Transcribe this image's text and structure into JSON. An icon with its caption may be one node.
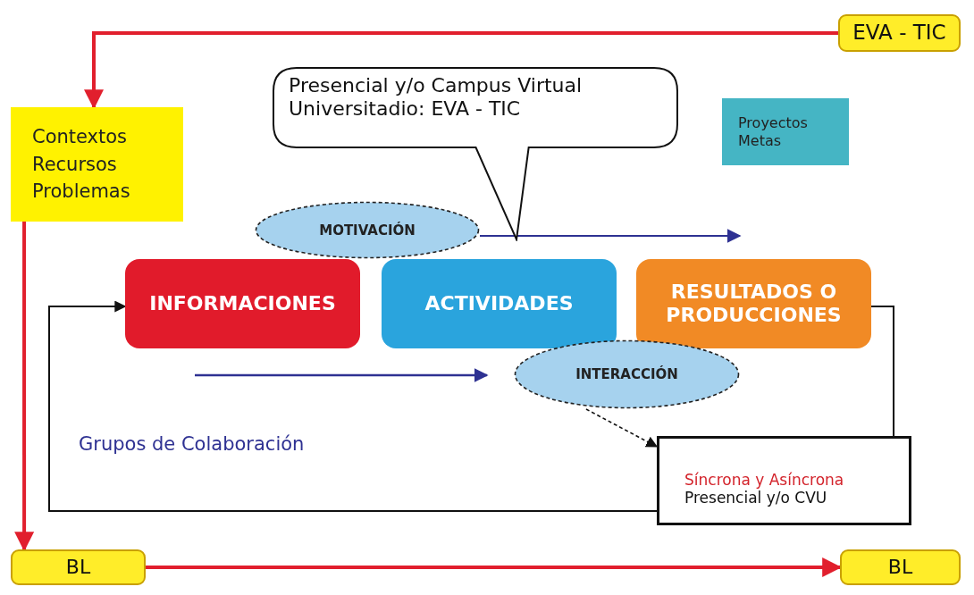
{
  "diagram": {
    "nodes": [
      {
        "text": [
          "EVA - TIC"
        ]
      },
      {
        "text": [
          "Contextos Recursos Problemas"
        ]
      },
      {
        "text": [
          "Presencial y/o Campus Virtual Universitadio: EVA - TIC"
        ]
      },
      {
        "text": [
          "Proyectos Metas"
        ]
      },
      {
        "text": [
          "MOTIVACIÓN"
        ]
      },
      {
        "text": [
          "INFORMACIONES"
        ]
      },
      {
        "text": [
          "ACTIVIDADES"
        ]
      },
      {
        "text": [
          "RESULTADOS O PRODUCCIONES"
        ]
      },
      {
        "text": [
          "INTERACCIÓN"
        ]
      },
      {
        "text": [
          "Síncrona y Asíncrona",
          "Presencial y/o CVU"
        ]
      },
      {
        "text": [
          "BL"
        ]
      },
      {
        "text": [
          "BL"
        ]
      }
    ],
    "edges": [
      {
        "from": 0,
        "to": 1,
        "arrow": "to",
        "color": "#e11f2d",
        "style": "thick"
      },
      {
        "from": 1,
        "to": 10,
        "arrow": "to",
        "color": "#e11f2d",
        "style": "thick"
      },
      {
        "from": 10,
        "to": 11,
        "arrow": "to",
        "color": "#e11f2d",
        "style": "thick"
      },
      {
        "from": 4,
        "to": 7,
        "arrow": "to",
        "color": "#2e3192"
      },
      {
        "from": 8,
        "to": 9,
        "arrow": "to",
        "style": "dashed",
        "color": "#111111"
      },
      {
        "from": 7,
        "to": 9,
        "arrow": "none",
        "color": "#111111"
      },
      {
        "from": 9,
        "to": 5,
        "arrow": "to",
        "color": "#111111"
      }
    ],
    "labels": [
      "Grupos de Colaboración"
    ]
  }
}
